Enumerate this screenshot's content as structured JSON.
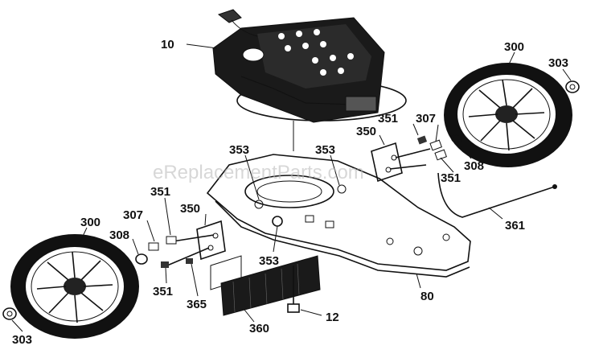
{
  "watermark": "eReplacementParts.com",
  "callouts": {
    "p10": "10",
    "p300_top": "300",
    "p303_top": "303",
    "p351_a": "351",
    "p307_top": "307",
    "p350_top": "350",
    "p308_top": "308",
    "p353_a": "353",
    "p353_b": "353",
    "p351_b": "351",
    "p351_c": "351",
    "p300_left": "300",
    "p307_left": "307",
    "p350_left": "350",
    "p308_left": "308",
    "p361": "361",
    "p353_c": "353",
    "p351_d": "351",
    "p365": "365",
    "p80": "80",
    "p12": "12",
    "p303_bottom": "303",
    "p360": "360"
  }
}
